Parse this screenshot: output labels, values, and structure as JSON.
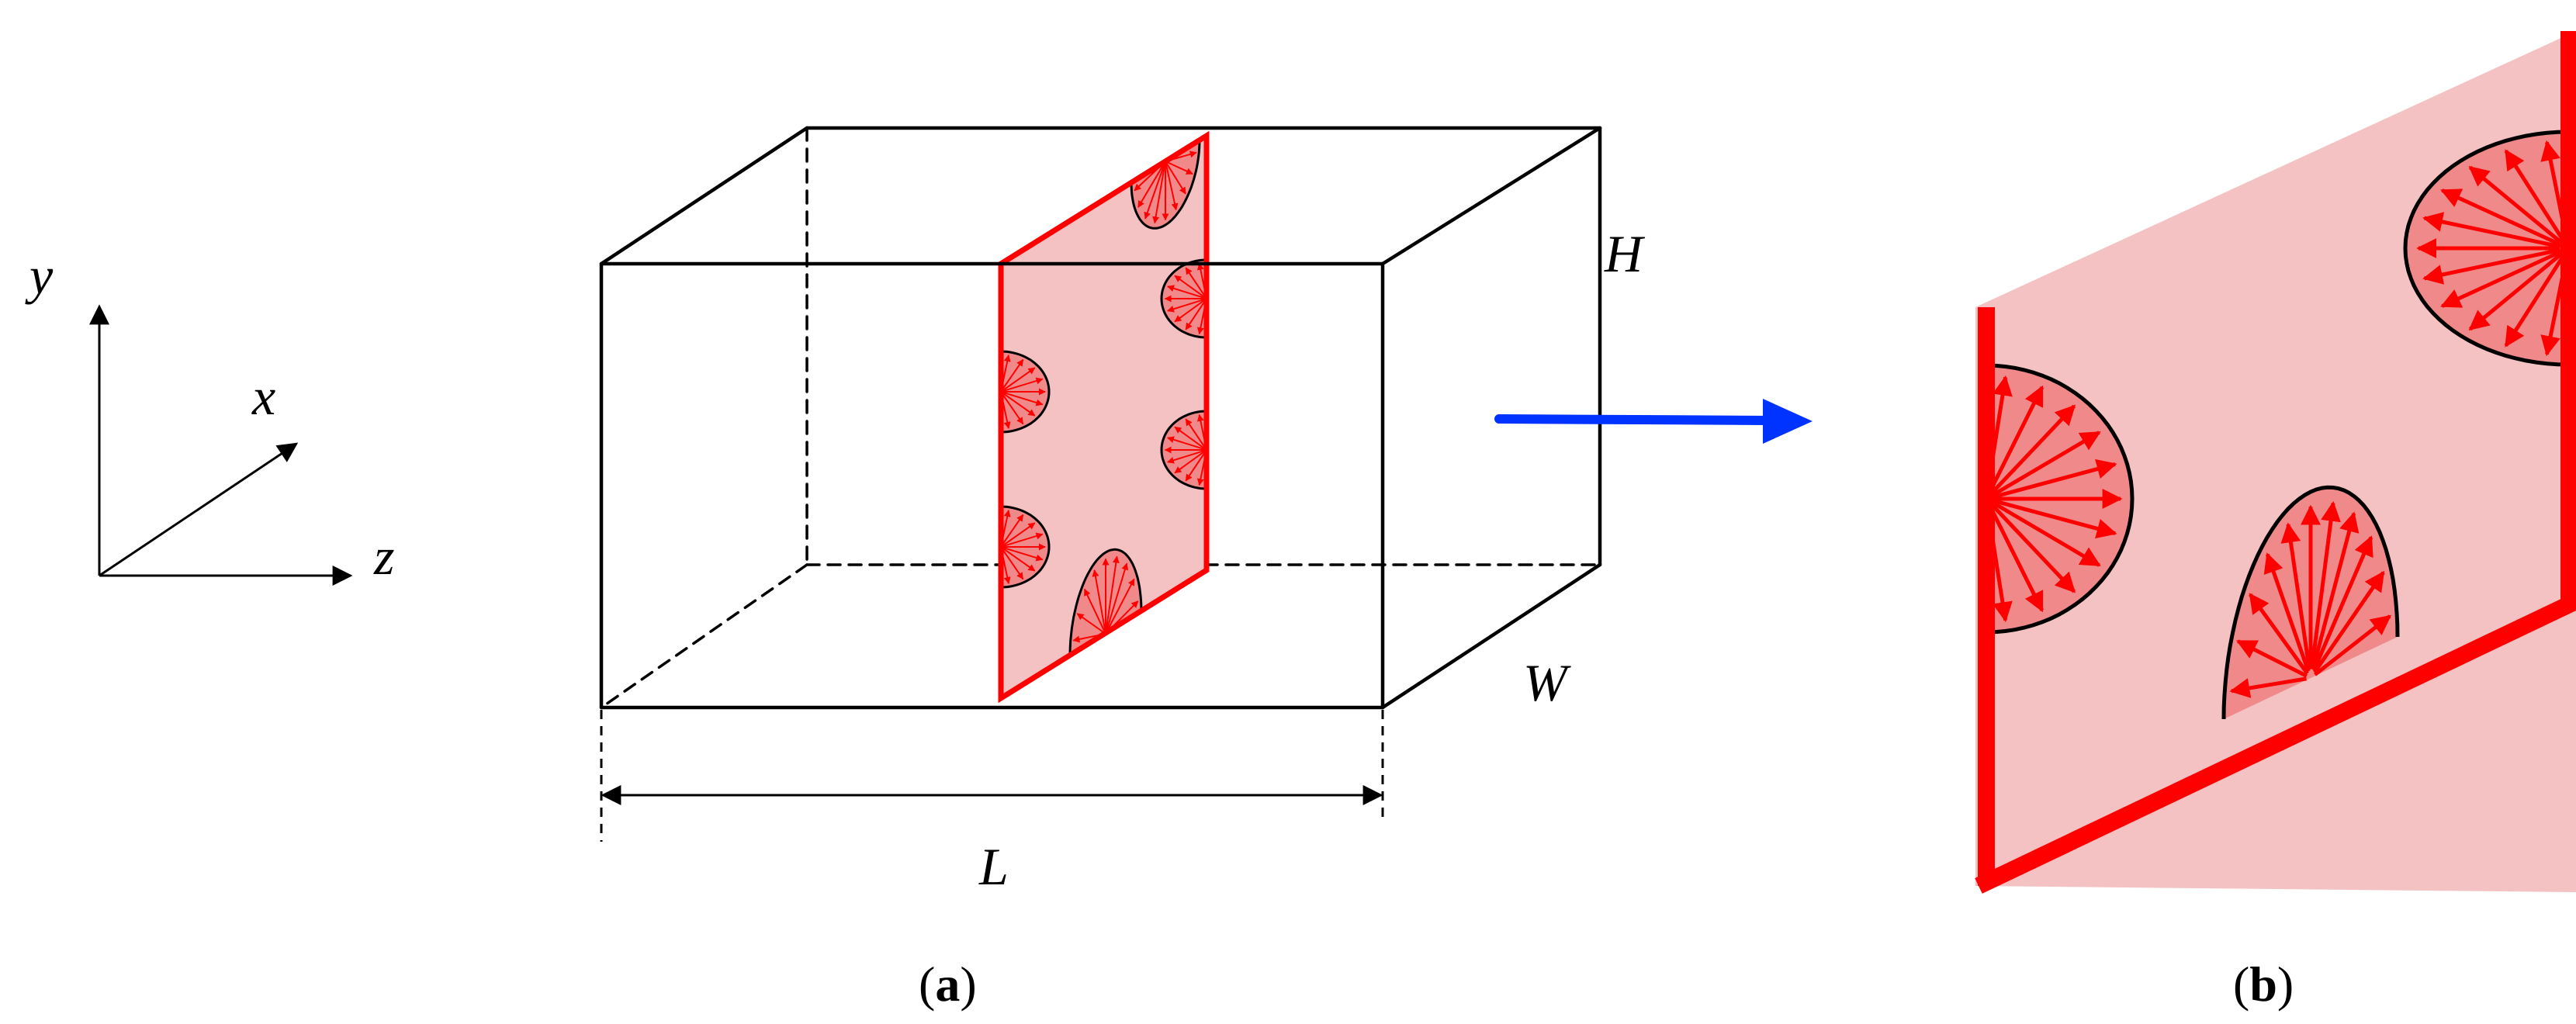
{
  "axes": {
    "x_label": "x",
    "y_label": "y",
    "z_label": "z"
  },
  "dimensions": {
    "length_label": "L",
    "height_label": "H",
    "width_label": "W"
  },
  "panels": {
    "a": {
      "open": "(",
      "letter": "a",
      "close": ")"
    },
    "b": {
      "open": "(",
      "letter": "b",
      "close": ")"
    }
  },
  "colors": {
    "line": "#000000",
    "plane_fill": "#f4c2c2",
    "plane_edge": "#ff0000",
    "bubble_fill": "#f08a8a",
    "arrow": "#ff0000",
    "transfer_arrow": "#0033ff"
  },
  "icons": {
    "transfer_arrow": "right-arrow-icon"
  }
}
